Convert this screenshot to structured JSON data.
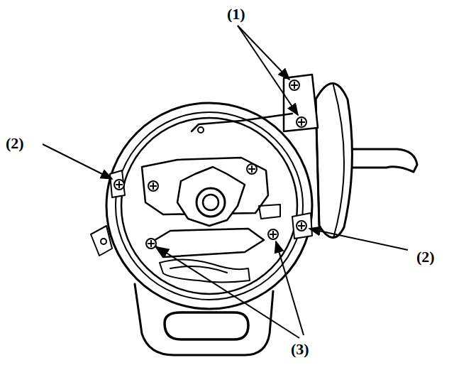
{
  "diagram": {
    "labels": [
      "(1)",
      "(2)",
      "(2)",
      "(3)"
    ]
  }
}
